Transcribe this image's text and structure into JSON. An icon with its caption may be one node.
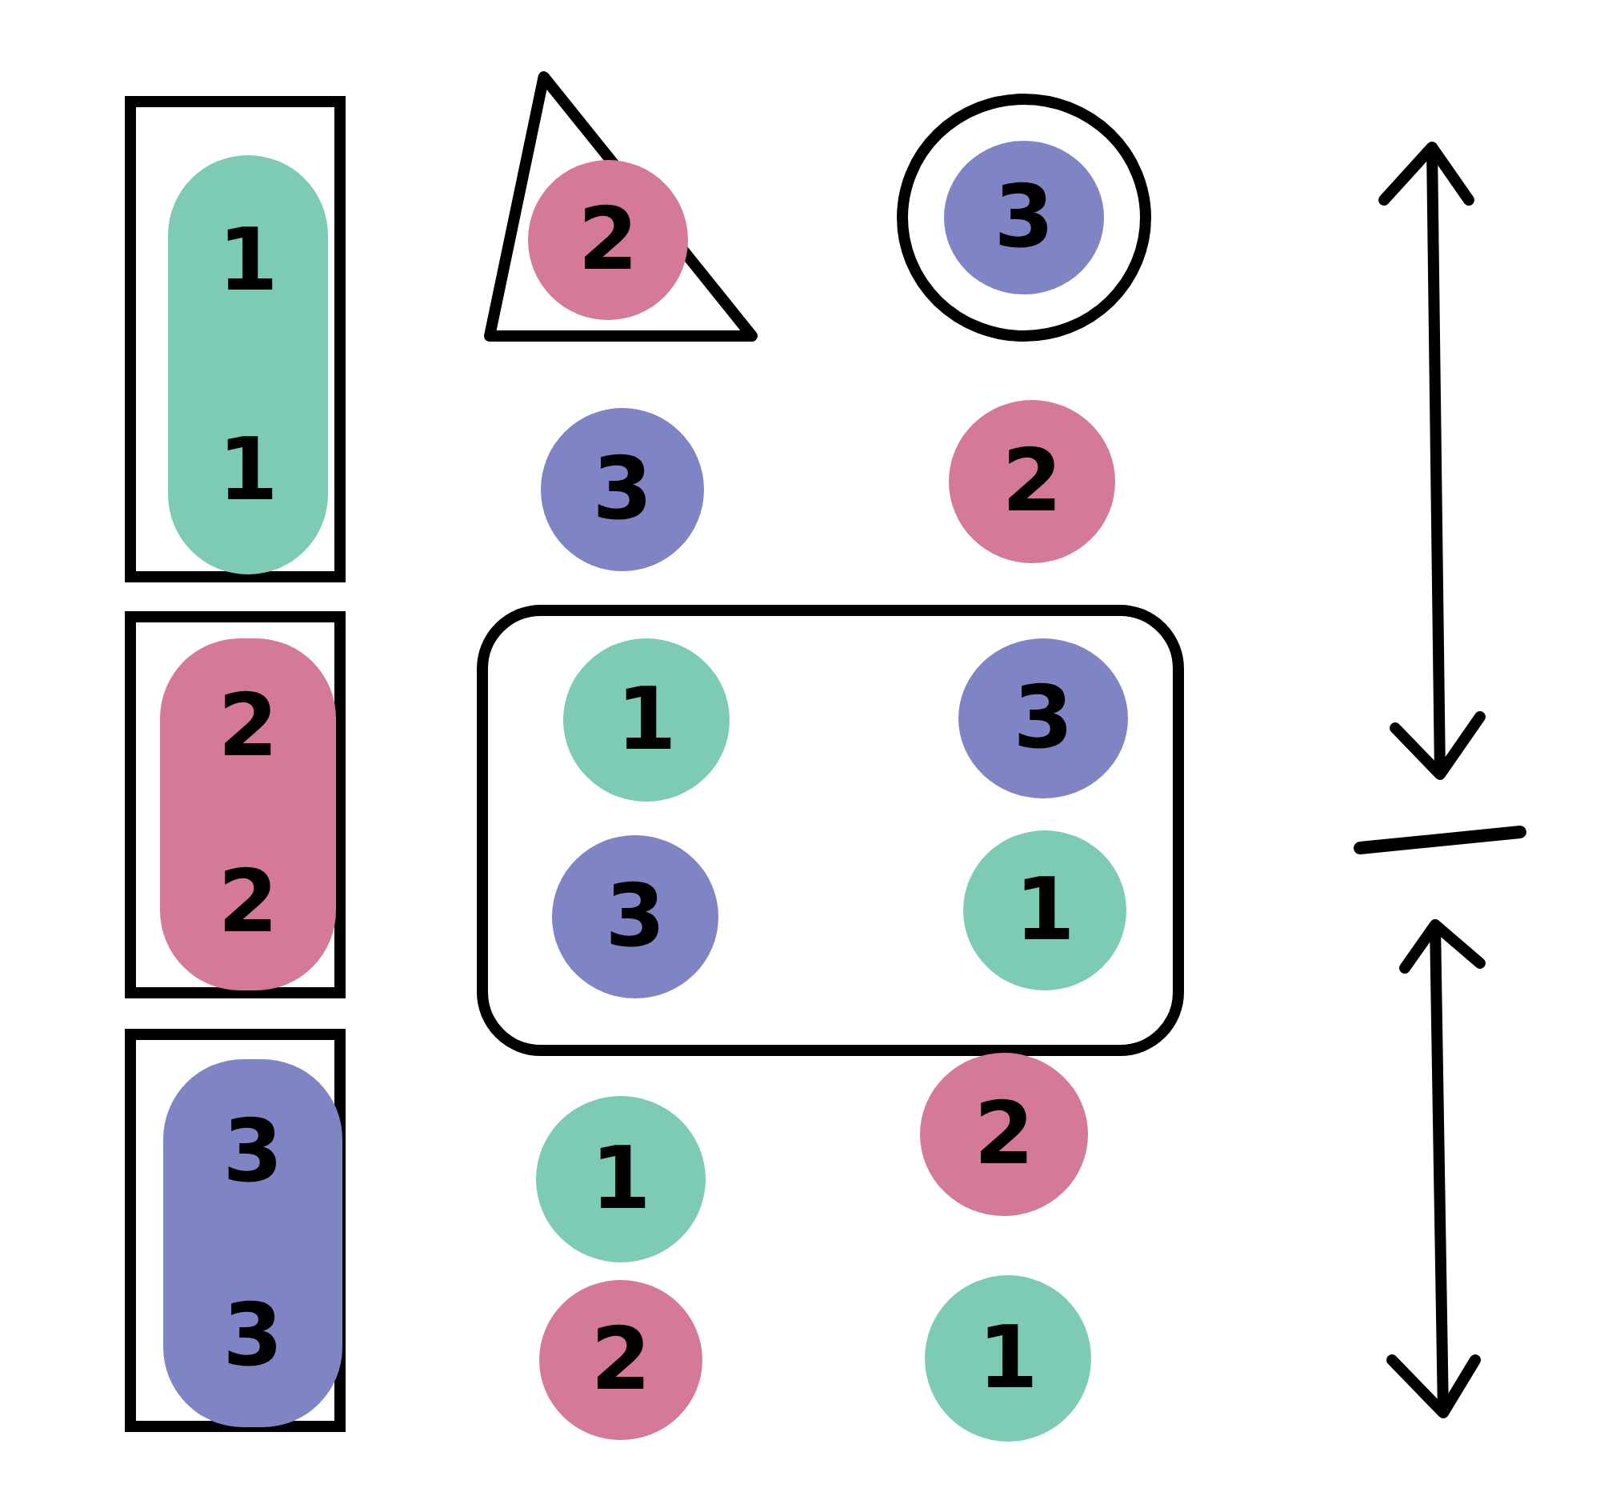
{
  "diagram": {
    "nodes": [
      {
        "text": [],
        "shape": "box"
      },
      {
        "text": [
          "1",
          "1"
        ],
        "in": 0
      },
      {
        "text": [],
        "shape": "box"
      },
      {
        "text": [
          "2",
          "2"
        ],
        "in": 2
      },
      {
        "text": [],
        "shape": "box"
      },
      {
        "text": [
          "3",
          "3"
        ],
        "in": 4
      },
      {
        "text": [],
        "shape": "triangle"
      },
      {
        "text": [
          "2"
        ],
        "in": 6
      },
      {
        "text": [],
        "shape": "circle"
      },
      {
        "text": [
          "3"
        ],
        "in": 8
      },
      {
        "text": [
          "3"
        ]
      },
      {
        "text": [
          "2"
        ]
      },
      {
        "text": [],
        "shape": "box"
      },
      {
        "text": [
          "1"
        ],
        "in": 12
      },
      {
        "text": [
          "3"
        ],
        "in": 12
      },
      {
        "text": [
          "3"
        ],
        "in": 12
      },
      {
        "text": [
          "1"
        ],
        "in": 12
      },
      {
        "text": [
          "1"
        ]
      },
      {
        "text": [
          "2"
        ]
      },
      {
        "text": [
          "2"
        ]
      },
      {
        "text": [
          "1"
        ]
      }
    ]
  }
}
